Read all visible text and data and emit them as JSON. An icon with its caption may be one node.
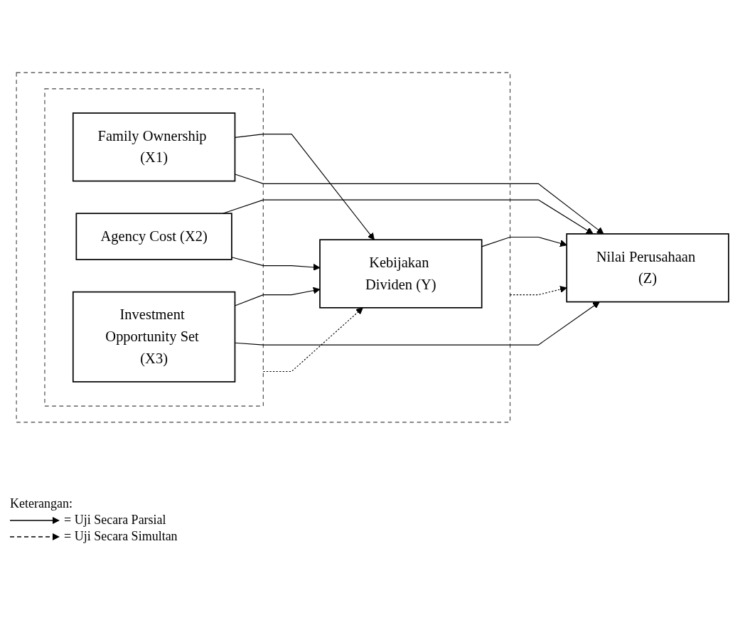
{
  "diagram": {
    "nodes": [
      {
        "text": [],
        "shape": "box"
      },
      {
        "text": [],
        "shape": "box",
        "in": 0
      },
      {
        "text": [
          "Family Ownership (X1)"
        ],
        "in": 1
      },
      {
        "text": [
          "Agency Cost (X2)"
        ],
        "in": 1
      },
      {
        "text": [
          "Investment Opportunity Set (X3)"
        ],
        "in": 1
      },
      {
        "text": [
          "Kebijakan Dividen (Y)"
        ],
        "in": 0
      },
      {
        "text": [
          "Nilai Perusahaan (Z)"
        ]
      }
    ],
    "edges": [
      {
        "from": 3,
        "to": 6,
        "arrow": "to"
      },
      {
        "from": 2,
        "to": 5,
        "arrow": "to"
      },
      {
        "from": 2,
        "to": 6,
        "arrow": "to"
      },
      {
        "from": 3,
        "to": 5,
        "arrow": "to"
      },
      {
        "from": 4,
        "to": 5,
        "arrow": "to"
      },
      {
        "from": 4,
        "to": 6,
        "arrow": "to"
      },
      {
        "from": 5,
        "to": 6,
        "arrow": "to"
      },
      {
        "from": 1,
        "to": 5,
        "arrow": "to",
        "style": "dashed"
      },
      {
        "from": 0,
        "to": 6,
        "arrow": "to",
        "style": "dashed"
      }
    ],
    "labels": [
      "Keterangan:"
    ],
    "legend": [
      {
        "text": "= Uji Secara Parsial"
      },
      {
        "text": "= Uji Secara Simultan"
      }
    ]
  }
}
